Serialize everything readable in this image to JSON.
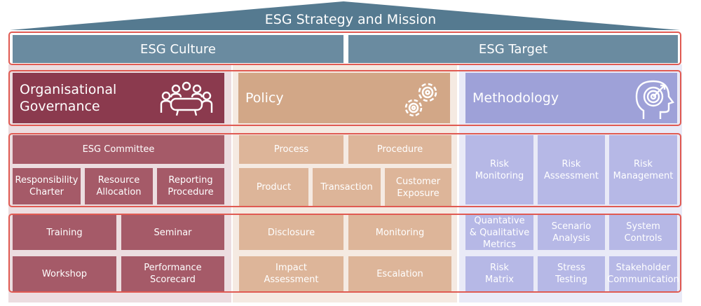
{
  "roof": {
    "title": "ESG Strategy and Mission"
  },
  "pillars": {
    "culture": "ESG Culture",
    "target": "ESG Target"
  },
  "columns": {
    "governance": {
      "title": "Organisational\nGovernance",
      "icon": "meeting-table-icon",
      "row1_top": "ESG Committee",
      "row1_items": [
        "Responsibility\nCharter",
        "Resource\nAllocation",
        "Reporting\nProcedure"
      ],
      "row2_items": [
        "Training",
        "Seminar",
        "Workshop",
        "Performance\nScorecard"
      ]
    },
    "policy": {
      "title": "Policy",
      "icon": "gears-icon",
      "row1_top": [
        "Process",
        "Procedure"
      ],
      "row1_items": [
        "Product",
        "Transaction",
        "Customer\nExposure"
      ],
      "row2_items": [
        "Disclosure",
        "Monitoring",
        "Impact\nAssessment",
        "Escalation"
      ]
    },
    "methodology": {
      "title": "Methodology",
      "icon": "head-target-icon",
      "row1_items": [
        "Risk\nMonitoring",
        "Risk\nAssessment",
        "Risk\nManagement"
      ],
      "row2_items": [
        "Quantative\n& Qualitative\nMetrics",
        "Scenario\nAnalysis",
        "System\nControls",
        "Risk\nMatrix",
        "Stress\nTesting",
        "Stakeholder\nCommunication"
      ]
    }
  },
  "colors": {
    "roof": "#557a90",
    "pillar": "#6a8ba0",
    "governance_head": "#8b3a4e",
    "governance_cell": "#a55a68",
    "governance_bg": "#ecdde0",
    "policy_head": "#d2a787",
    "policy_cell": "#ddb599",
    "policy_bg": "#f5eae2",
    "method_head": "#9ea1d8",
    "method_cell": "#b6b8e6",
    "method_bg": "#e9eaf7",
    "outline": "#e05a52"
  }
}
